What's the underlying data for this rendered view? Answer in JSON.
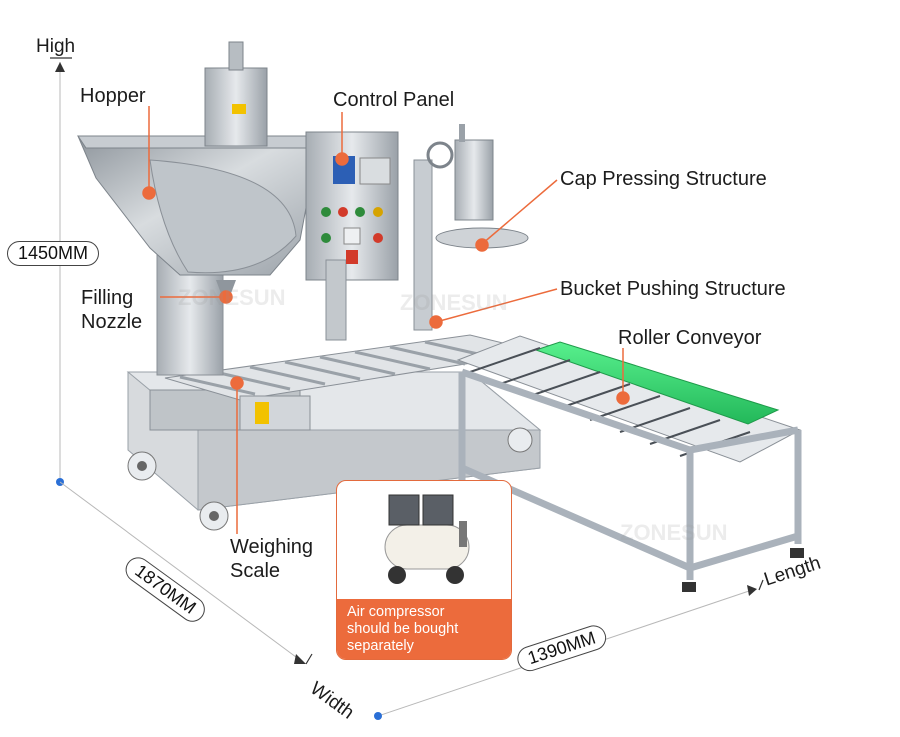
{
  "dimensions": {
    "height_axis_label": "High",
    "height_value": "1450MM",
    "width_value": "1870MM",
    "width_axis_label": "Width",
    "length_value": "1390MM",
    "length_axis_label": "Length"
  },
  "callouts": {
    "hopper": "Hopper",
    "control_panel": "Control Panel",
    "cap_pressing": "Cap Pressing Structure",
    "filling_nozzle_line1": "Filling",
    "filling_nozzle_line2": "Nozzle",
    "bucket_pushing": "Bucket Pushing Structure",
    "roller_conveyor": "Roller Conveyor",
    "weighing_scale_line1": "Weighing",
    "weighing_scale_line2": "Scale"
  },
  "note": {
    "line1": "Air compressor",
    "line2": "should be bought",
    "line3": "separately"
  },
  "watermark": "ZONESUN",
  "colors": {
    "accent": "#ec6b3c",
    "dot": "#2a6fd6",
    "conveyor_green": "#3ee27a",
    "steel": "#c9ccd0",
    "frame": "#b5bcc4"
  }
}
